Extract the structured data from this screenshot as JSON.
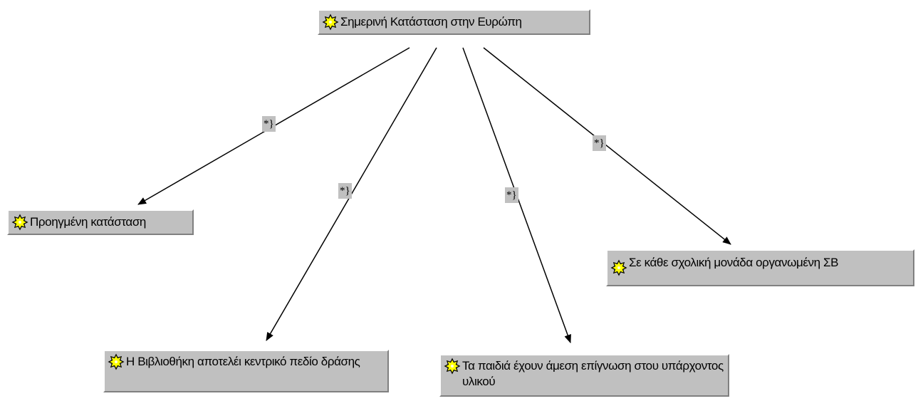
{
  "colors": {
    "node_fill": "#c0c0c0",
    "edge_stroke": "#000000",
    "icon_fill": "#ffff00",
    "icon_outline": "#000000"
  },
  "nodes": [
    {
      "id": "root",
      "label": "Σημερινή Κατάσταση στην Ευρώπη",
      "icon": "star-badge-icon"
    },
    {
      "id": "advanced",
      "label": "Προηγμένη κατάσταση",
      "icon": "star-badge-icon"
    },
    {
      "id": "library",
      "label": "Η Βιβλιοθήκη αποτελέι κεντρικό πεδίο δράσης",
      "icon": "star-badge-icon"
    },
    {
      "id": "children",
      "label": "Τα παιδιά έχουν άμεση επίγνωση στου υπάρχοντος υλικού",
      "icon": "star-badge-icon"
    },
    {
      "id": "every-school",
      "label": "Σε κάθε σχολική μονάδα οργανωμένη ΣΒ",
      "icon": "star-badge-icon"
    }
  ],
  "edges": [
    {
      "from": "root",
      "to": "advanced",
      "label": "*}"
    },
    {
      "from": "root",
      "to": "library",
      "label": "*}"
    },
    {
      "from": "root",
      "to": "children",
      "label": "*}"
    },
    {
      "from": "root",
      "to": "every-school",
      "label": "*}"
    }
  ]
}
